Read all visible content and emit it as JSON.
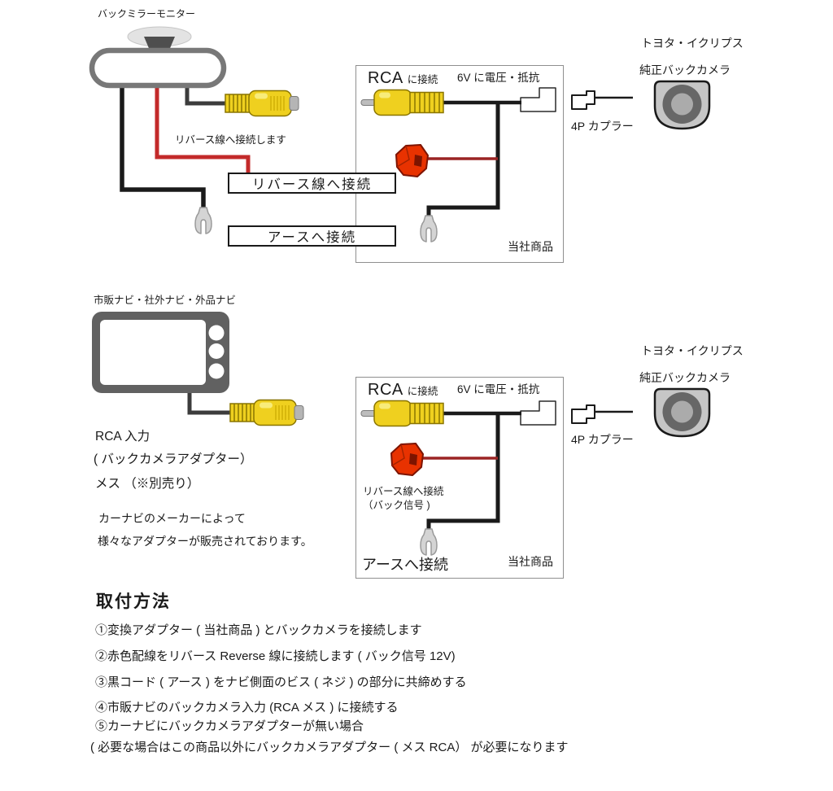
{
  "colors": {
    "wire_black": "#1a1a1a",
    "wire_red": "#c32a2a",
    "tap_red": "#e83200",
    "rca_yellow": "#efd01f",
    "camera_gray": "#c6c6c6"
  },
  "top": {
    "mirror_label": "バックミラーモニター",
    "reverse_hint": "リバース線へ接続します",
    "reverse_box_label": "リバース線へ接続",
    "ground_box_label": "アースへ接続",
    "box": {
      "rca_big": "RCA",
      "rca_small": "に接続",
      "voltage": "6V に電圧・抵抗",
      "company": "当社商品"
    },
    "coupler_label": "4P カプラー",
    "camera_line1": "トヨタ・イクリプス",
    "camera_line2": "純正バックカメラ"
  },
  "bottom": {
    "navi_label": "市販ナビ・社外ナビ・外品ナビ",
    "rca_input": {
      "line1": "RCA 入力",
      "line2": "( バックカメラアダプター）",
      "line3": "メス （※別売り）"
    },
    "adapter_note": {
      "line1": "カーナビのメーカーによって",
      "line2": "様々なアダプターが販売されております。"
    },
    "box": {
      "rca_big": "RCA",
      "rca_small": "に接続",
      "voltage": "6V に電圧・抵抗",
      "reverse_line1": "リバース線へ接続",
      "reverse_line2": "（バック信号 )",
      "ground": "アースへ接続",
      "company": "当社商品"
    },
    "coupler_label": "4P カプラー",
    "camera_line1": "トヨタ・イクリプス",
    "camera_line2": "純正バックカメラ"
  },
  "instructions": {
    "heading": "取付方法",
    "steps": [
      "①変換アダプター ( 当社商品 ) とバックカメラを接続します",
      "②赤色配線をリバース Reverse 線に接続します ( バック信号 12V)",
      "③黒コード ( アース ) をナビ側面のビス ( ネジ ) の部分に共締めする",
      "④市販ナビのバックカメラ入力 (RCA メス ) に接続する",
      "⑤カーナビにバックカメラアダプターが無い場合"
    ],
    "note": "( 必要な場合はこの商品以外にバックカメラアダプター ( メス RCA） が必要になります"
  }
}
